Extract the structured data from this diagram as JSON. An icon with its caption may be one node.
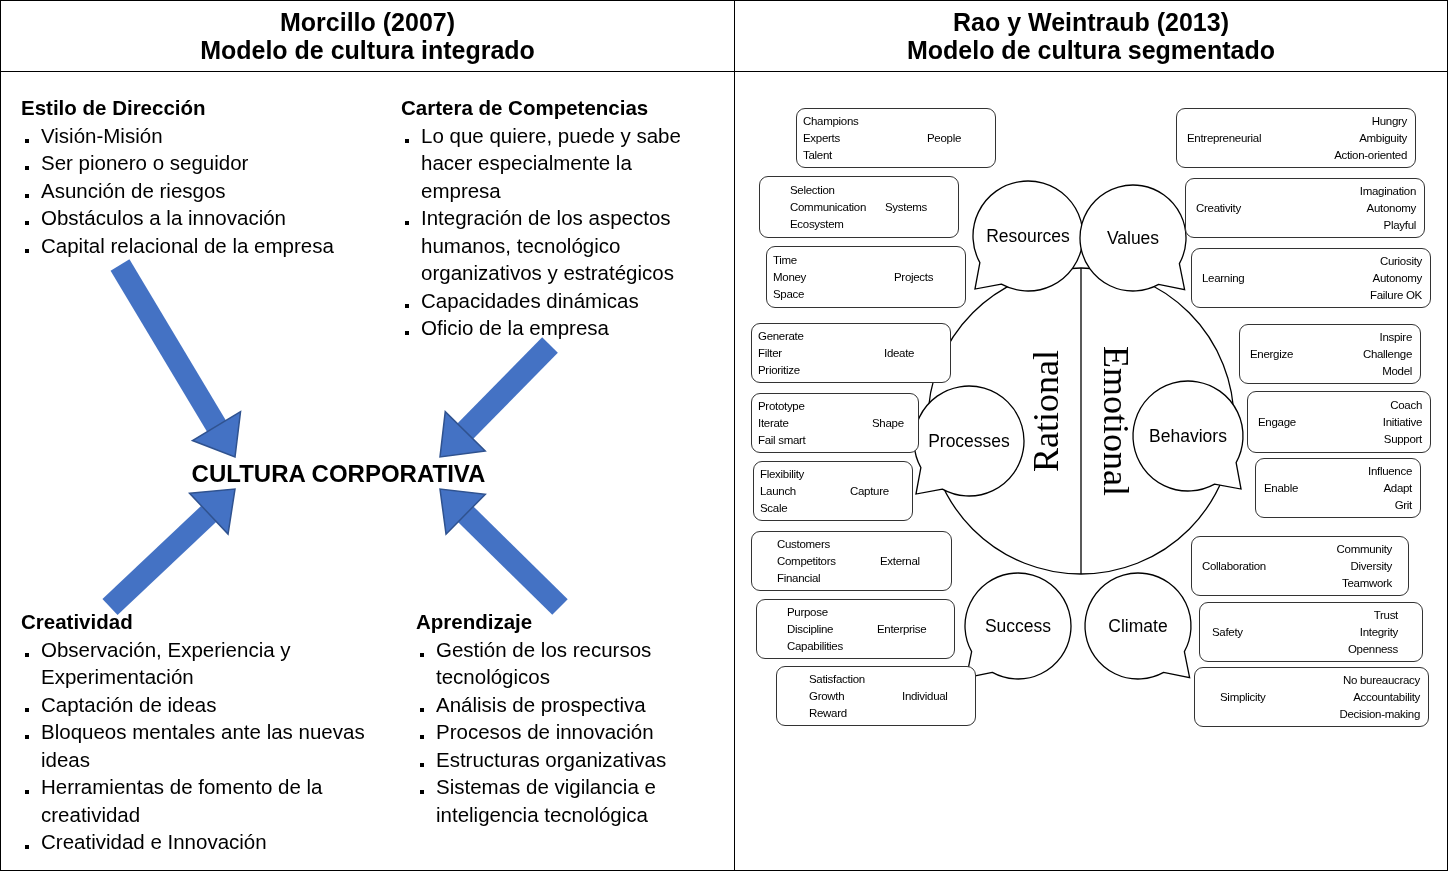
{
  "diagram": {
    "nodes": [
      {
        "text": [
          "Morcillo (2007)",
          "Modelo de cultura integrado"
        ]
      },
      {
        "text": [
          "Estilo de Dirección",
          "Visión-Misión",
          "Ser pionero o seguidor",
          "Asunción de riesgos",
          "Obstáculos a la innovación",
          "Capital relacional de la empresa"
        ],
        "in": 0
      },
      {
        "text": [
          "Cartera de Competencias",
          "Lo que quiere, puede y sabe hacer especialmente la empresa",
          "Integración de los aspectos humanos, tecnológico organizativos y estratégicos",
          "Capacidades dinámicas",
          "Oficio de la empresa"
        ],
        "in": 0
      },
      {
        "text": [
          "CULTURA CORPORATIVA"
        ],
        "in": 0
      },
      {
        "text": [
          "Creatividad",
          "Observación, Experiencia y Experimentación",
          "Captación de ideas",
          "Bloqueos mentales ante las nuevas ideas",
          "Herramientas de fomento de la creatividad",
          "Creatividad e Innovación"
        ],
        "in": 0
      },
      {
        "text": [
          "Aprendizaje",
          "Gestión de los recursos tecnológicos",
          "Análisis de prospectiva",
          "Procesos de innovación",
          "Estructuras organizativas",
          "Sistemas de vigilancia e inteligencia tecnológica"
        ],
        "in": 0
      },
      {
        "text": [
          "Rao y Weintraub (2013)",
          "Modelo de cultura segmentado"
        ]
      },
      {
        "text": [
          "Rational",
          "Emotional"
        ],
        "in": 6
      },
      {
        "text": [
          "Resources"
        ],
        "in": 6
      },
      {
        "text": [
          "Values"
        ],
        "in": 6
      },
      {
        "text": [
          "Processes"
        ],
        "in": 6
      },
      {
        "text": [
          "Behaviors"
        ],
        "in": 6
      },
      {
        "text": [
          "Success"
        ],
        "in": 6
      },
      {
        "text": [
          "Climate"
        ],
        "in": 6
      },
      {
        "text": [
          "Champions",
          "Experts",
          "Talent",
          "People"
        ],
        "in": 6
      },
      {
        "text": [
          "Selection",
          "Communication",
          "Ecosystem",
          "Systems"
        ],
        "in": 6
      },
      {
        "text": [
          "Time",
          "Money",
          "Space",
          "Projects"
        ],
        "in": 6
      },
      {
        "text": [
          "Generate",
          "Filter",
          "Prioritize",
          "Ideate"
        ],
        "in": 6
      },
      {
        "text": [
          "Prototype",
          "Iterate",
          "Fail smart",
          "Shape"
        ],
        "in": 6
      },
      {
        "text": [
          "Flexibility",
          "Launch",
          "Scale",
          "Capture"
        ],
        "in": 6
      },
      {
        "text": [
          "Customers",
          "Competitors",
          "Financial",
          "External"
        ],
        "in": 6
      },
      {
        "text": [
          "Purpose",
          "Discipline",
          "Capabilities",
          "Enterprise"
        ],
        "in": 6
      },
      {
        "text": [
          "Satisfaction",
          "Growth",
          "Reward",
          "Individual"
        ],
        "in": 6
      },
      {
        "text": [
          "Entrepreneurial",
          "Hungry",
          "Ambiguity",
          "Action-oriented"
        ],
        "in": 6
      },
      {
        "text": [
          "Creativity",
          "Imagination",
          "Autonomy",
          "Playful"
        ],
        "in": 6
      },
      {
        "text": [
          "Learning",
          "Curiosity",
          "Autonomy",
          "Failure OK"
        ],
        "in": 6
      },
      {
        "text": [
          "Energize",
          "Inspire",
          "Challenge",
          "Model"
        ],
        "in": 6
      },
      {
        "text": [
          "Engage",
          "Coach",
          "Initiative",
          "Support"
        ],
        "in": 6
      },
      {
        "text": [
          "Enable",
          "Influence",
          "Adapt",
          "Grit"
        ],
        "in": 6
      },
      {
        "text": [
          "Collaboration",
          "Community",
          "Diversity",
          "Teamwork"
        ],
        "in": 6
      },
      {
        "text": [
          "Safety",
          "Trust",
          "Integrity",
          "Openness"
        ],
        "in": 6
      },
      {
        "text": [
          "Simplicity",
          "No bureaucracy",
          "Accountability",
          "Decision-making"
        ],
        "in": 6
      }
    ],
    "edges": [
      {
        "from": 1,
        "to": 3,
        "arrow": "to"
      },
      {
        "from": 2,
        "to": 3,
        "arrow": "to"
      },
      {
        "from": 4,
        "to": 3,
        "arrow": "to"
      },
      {
        "from": 5,
        "to": 3,
        "arrow": "to"
      }
    ]
  }
}
